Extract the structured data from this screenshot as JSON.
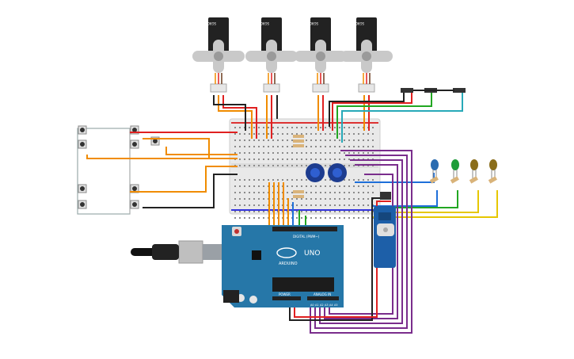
{
  "servos": [
    {
      "label": "SG90 MICRO SERVO"
    },
    {
      "label": "SG90 MICRO SERVO"
    },
    {
      "label": "SG90 MICRO SERVO"
    },
    {
      "label": "SG90 MICRO SERVO"
    }
  ],
  "arduino": {
    "brand": "ARDUINO",
    "model": "UNO",
    "digital_header": "DIGITAL (PWM~)",
    "power_header": "POWER",
    "analog_header": "ANALOG IN",
    "analog_pins": [
      "A0",
      "A1",
      "A2",
      "A3",
      "A4",
      "A5"
    ]
  },
  "leds": [
    {
      "color": "#2b6cb0"
    },
    {
      "color": "#1f9d3a"
    },
    {
      "color": "#8a6d1a"
    },
    {
      "color": "#8a6d1a"
    }
  ],
  "wire_colors": {
    "red": "#e02020",
    "orange": "#f08c00",
    "black": "#222222",
    "green": "#22a722",
    "blue": "#1e6fd9",
    "purple": "#7a2d8c",
    "yellow": "#e6c700",
    "teal": "#27a9b8"
  }
}
